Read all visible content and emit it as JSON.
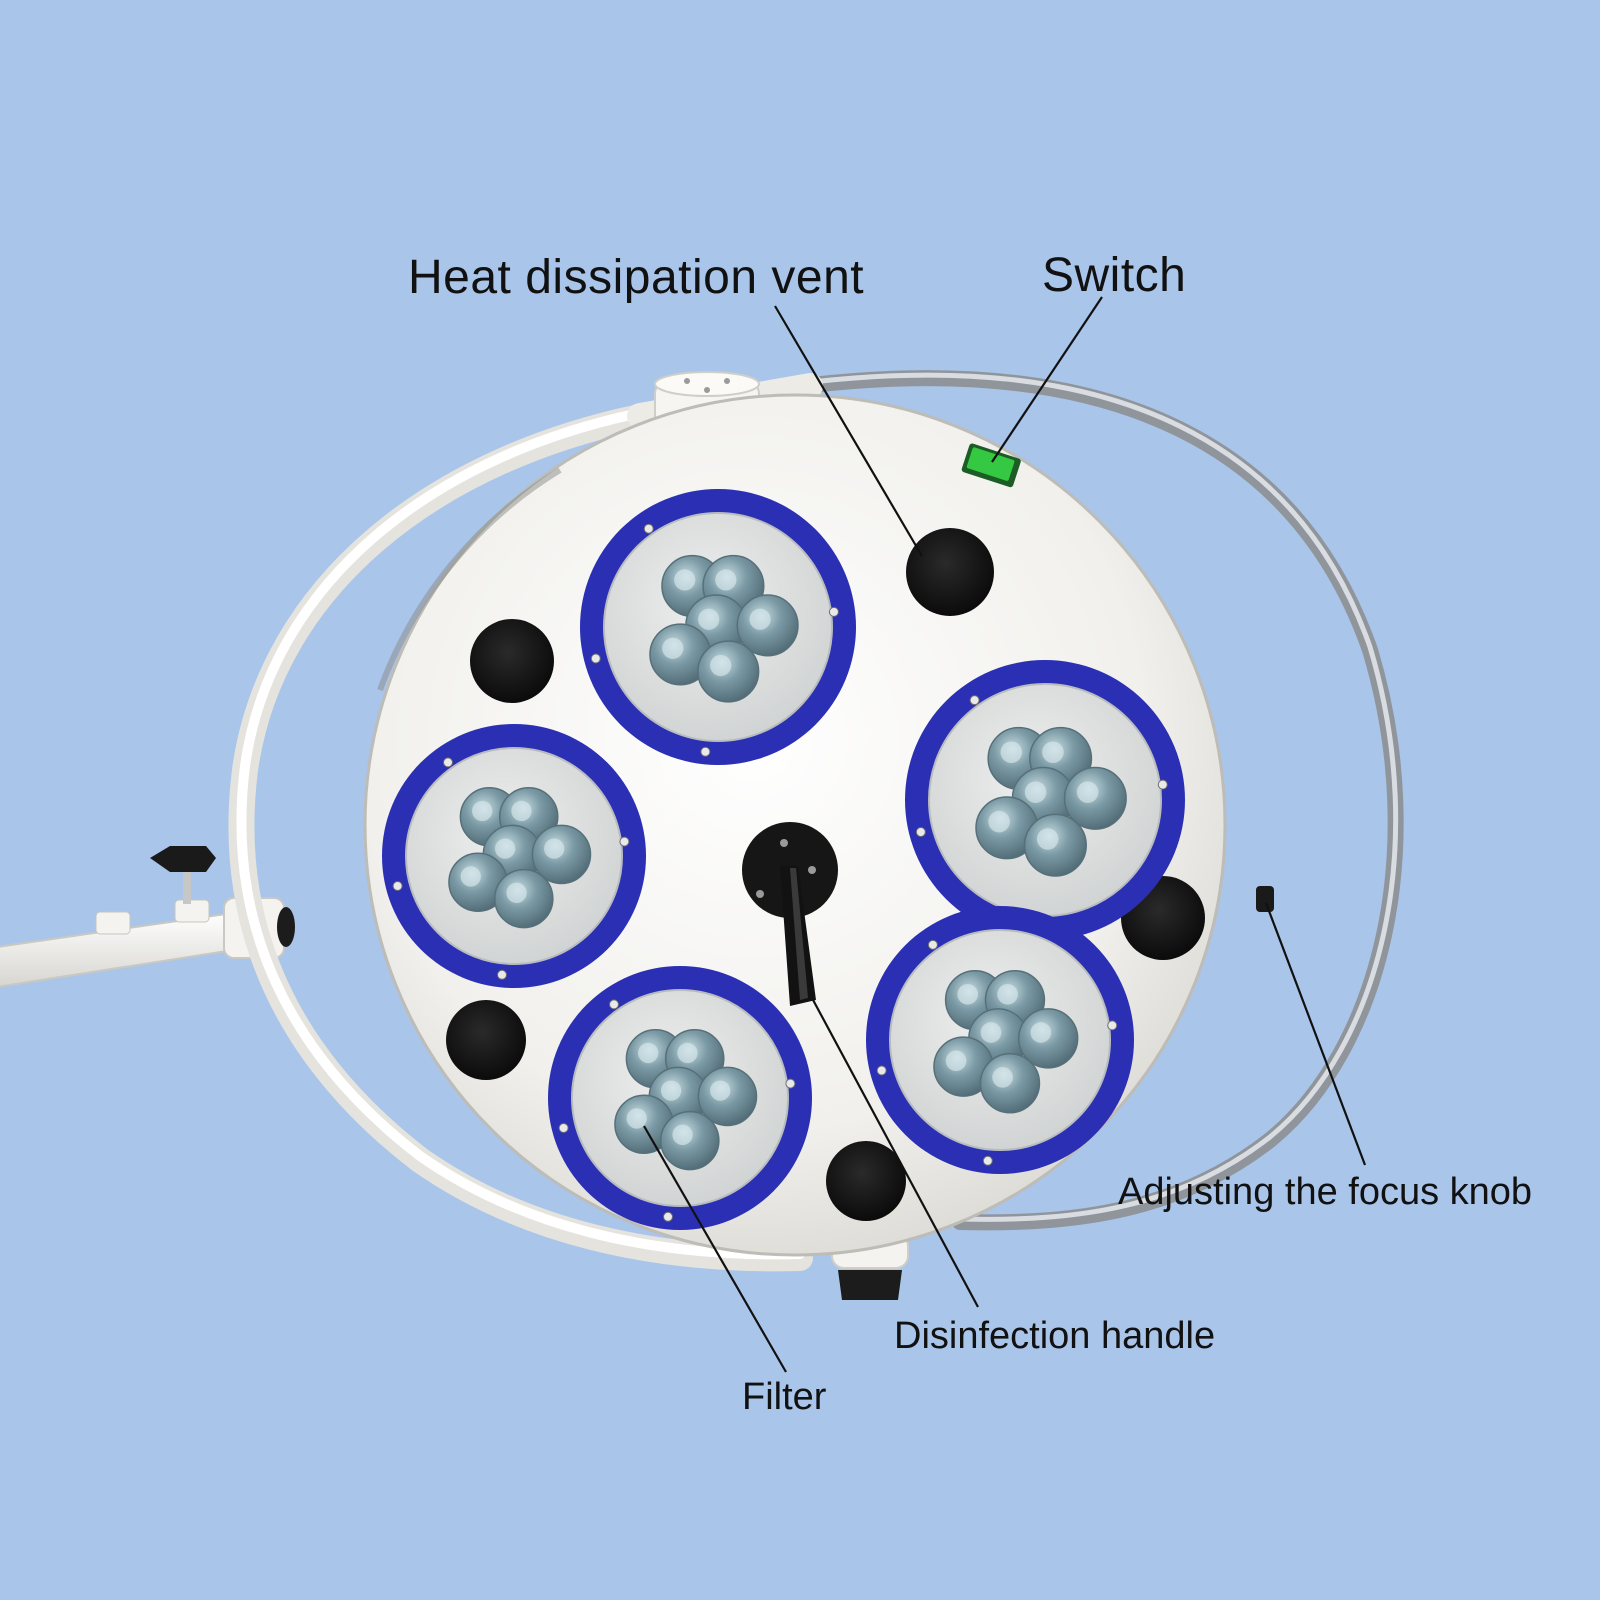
{
  "labels": {
    "heat_vent": "Heat dissipation vent",
    "switch": "Switch",
    "focus_knob": "Adjusting the focus knob",
    "handle": "Disinfection handle",
    "filter": "Filter"
  },
  "colors": {
    "background": "#a9c5ea",
    "lamp_body": "#f3f2ee",
    "ring": "#2a2fb4",
    "lens_panel": "#dfe1e0",
    "led": "#6c8d98",
    "vent": "#161616",
    "switch": "#2fbf3a",
    "arm": "#f1f0ec",
    "rail": "#9ea3a8",
    "leader_line": "#111111"
  },
  "led_modules": [
    {
      "id": "top"
    },
    {
      "id": "right"
    },
    {
      "id": "left"
    },
    {
      "id": "bottom-left"
    },
    {
      "id": "bottom-right"
    }
  ]
}
